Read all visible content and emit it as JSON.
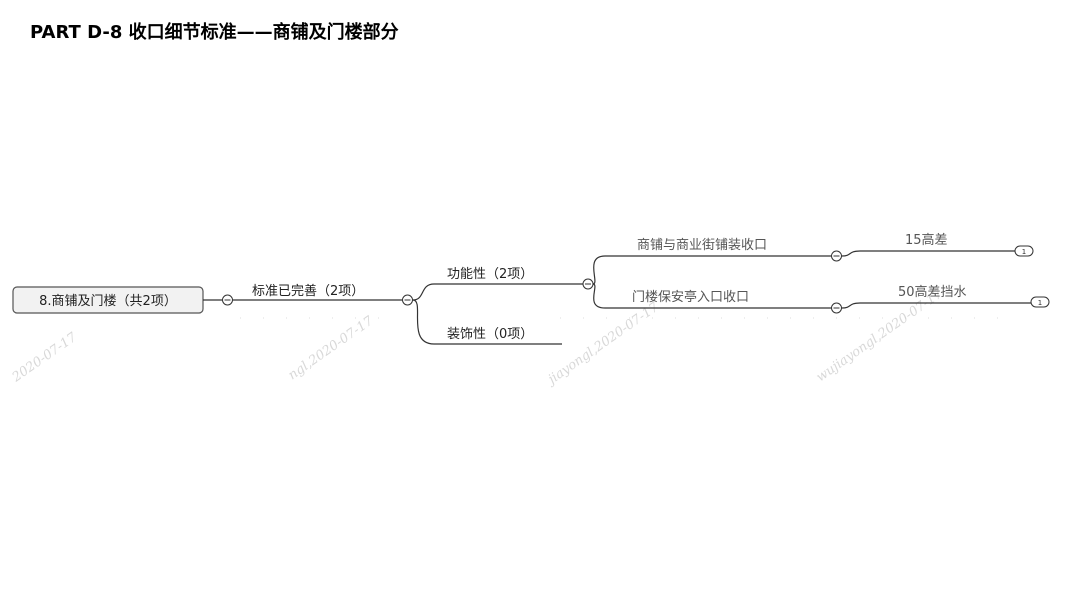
{
  "title": "PART D-8 收口细节标准——商铺及门楼部分",
  "root": {
    "label": "8.商铺及门楼（共2项）"
  },
  "branch": {
    "label": "标准已完善（2项）"
  },
  "functional": {
    "label": "功能性（2项）"
  },
  "decorative": {
    "label": "装饰性（0项）"
  },
  "items": [
    {
      "label": "商铺与商业街铺装收口",
      "child": "15高差",
      "badge": "1"
    },
    {
      "label": "门楼保安亭入口收口",
      "child": "50高差挡水",
      "badge": "1"
    }
  ],
  "watermarks": [
    "2020-07-17",
    "ngl,2020-07-17",
    "jiayongl,2020-07-17",
    "wujiayongl,2020-07-17"
  ],
  "colors": {
    "line": "#333333",
    "root_fill": "#f2f2f2",
    "watermark": "#c8c8c8"
  }
}
